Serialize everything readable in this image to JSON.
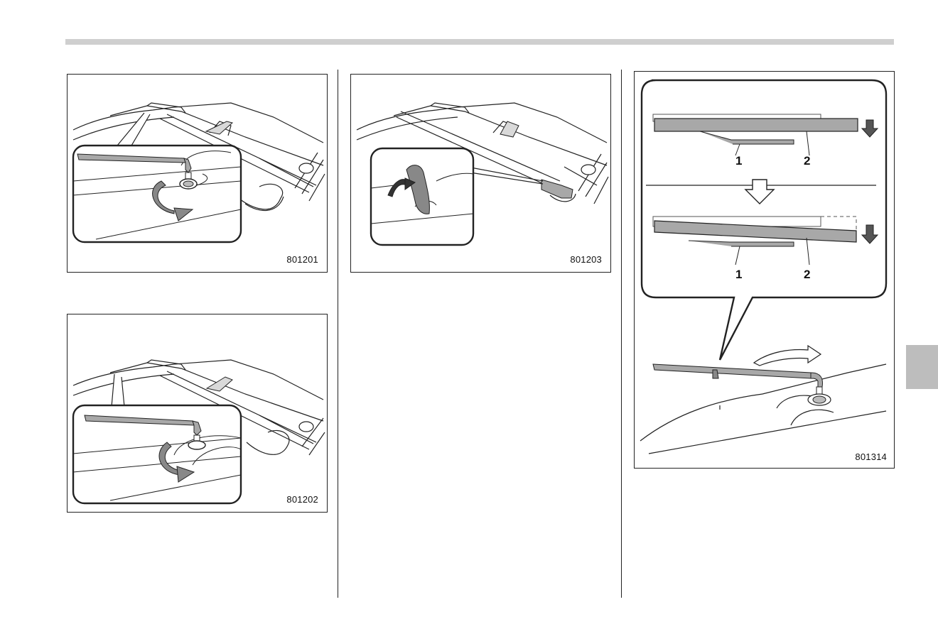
{
  "figures": [
    {
      "code": "801201"
    },
    {
      "code": "801202"
    },
    {
      "code": "801203"
    },
    {
      "code": "801314",
      "callouts": [
        "1",
        "2",
        "1",
        "2"
      ]
    }
  ],
  "colors": {
    "header_rule": "#cfcfcf",
    "side_tab": "#bdbdbd",
    "bar_fill": "#a8a8a8"
  }
}
